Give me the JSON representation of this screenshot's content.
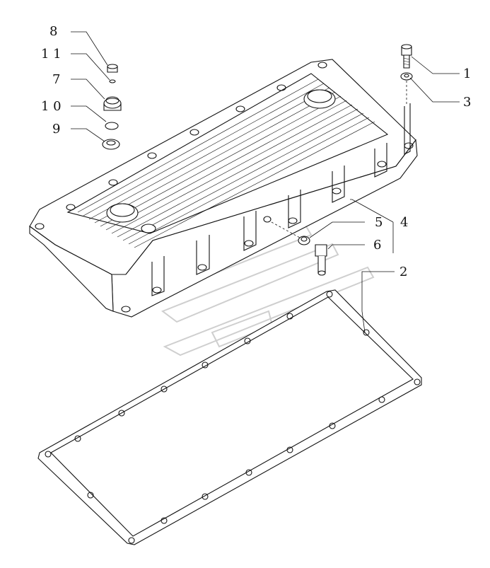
{
  "diagram": {
    "callouts": [
      {
        "id": "1",
        "text": "1"
      },
      {
        "id": "2",
        "text": "2"
      },
      {
        "id": "3",
        "text": "3"
      },
      {
        "id": "4",
        "text": "4"
      },
      {
        "id": "5",
        "text": "5"
      },
      {
        "id": "6",
        "text": "6"
      },
      {
        "id": "7",
        "text": "7"
      },
      {
        "id": "8",
        "text": "8"
      },
      {
        "id": "9",
        "text": "9"
      },
      {
        "id": "10",
        "text": "1 0"
      },
      {
        "id": "11",
        "text": "1 1"
      }
    ],
    "parts": {
      "cover": "rocker-cover",
      "gasket": "cover-gasket",
      "screw": "cover-screw",
      "washer": "washer",
      "filler_plug": "filler-plug",
      "plug_small": "small-plug",
      "o_ring_small": "small-o-ring",
      "o_ring": "o-ring",
      "nut": "nut",
      "breather_plug": "breather-plug",
      "elbow": "elbow-fitting"
    },
    "watermark_color": "#cfcfcf",
    "line_color": "#111111"
  }
}
